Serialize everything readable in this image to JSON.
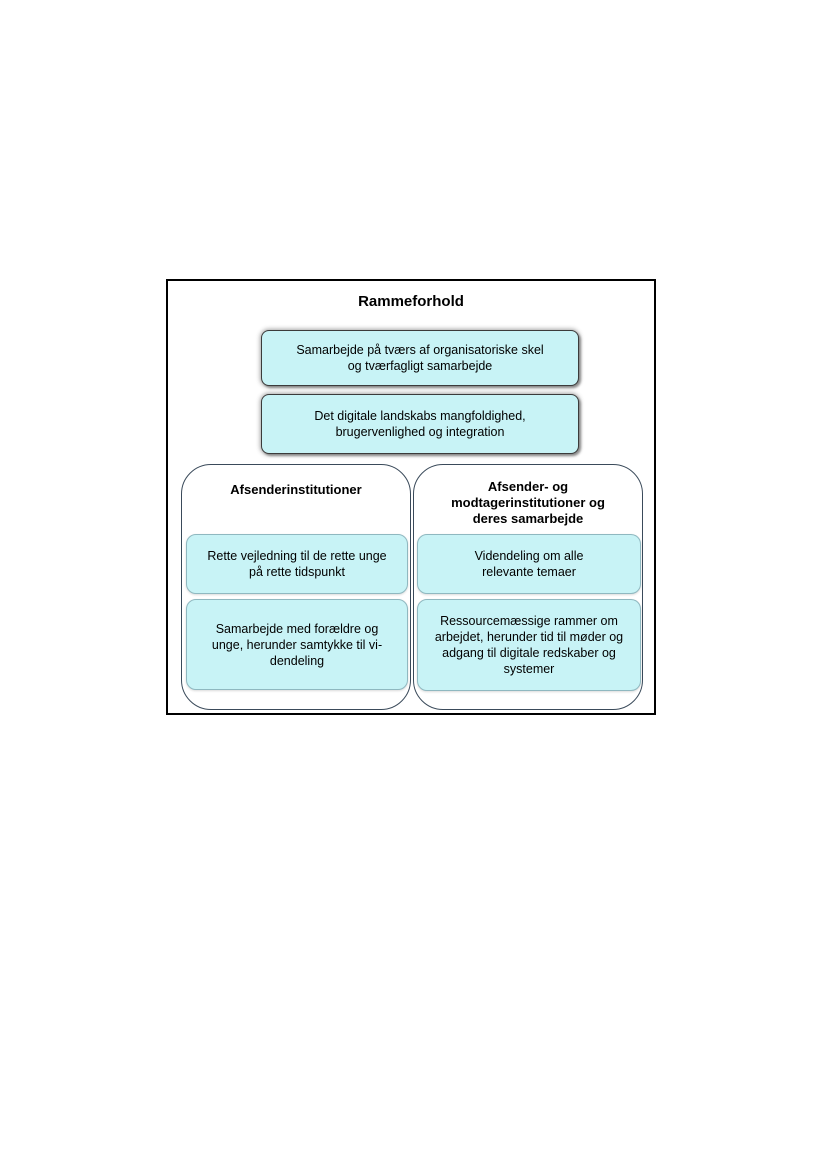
{
  "diagram": {
    "title": "Rammeforhold",
    "top_boxes": [
      {
        "text": "Samarbejde på tværs af organisatoriske skel\nog tværfagligt samarbejde"
      },
      {
        "text": "Det digitale landskabs mangfoldighed,\nbrugervenlighed og integration"
      }
    ],
    "panels": [
      {
        "title": "Afsenderinstitutioner",
        "items": [
          {
            "text": "Rette vejledning til de rette unge\npå rette tidspunkt"
          },
          {
            "text": "Samarbejde med forældre og\nunge, herunder samtykke til vi-\ndendeling"
          }
        ]
      },
      {
        "title": "Afsender- og\nmodtagerinstitutioner og\nderes samarbejde",
        "items": [
          {
            "text": "Videndeling om alle\nrelevante temaer"
          },
          {
            "text": "Ressourcemæssige rammer om\narbejdet, herunder tid til møder og\nadgang til digitale redskaber og\nsystemer"
          }
        ]
      }
    ],
    "colors": {
      "box_fill": "#c8f3f6",
      "frame_border": "#000000"
    }
  }
}
